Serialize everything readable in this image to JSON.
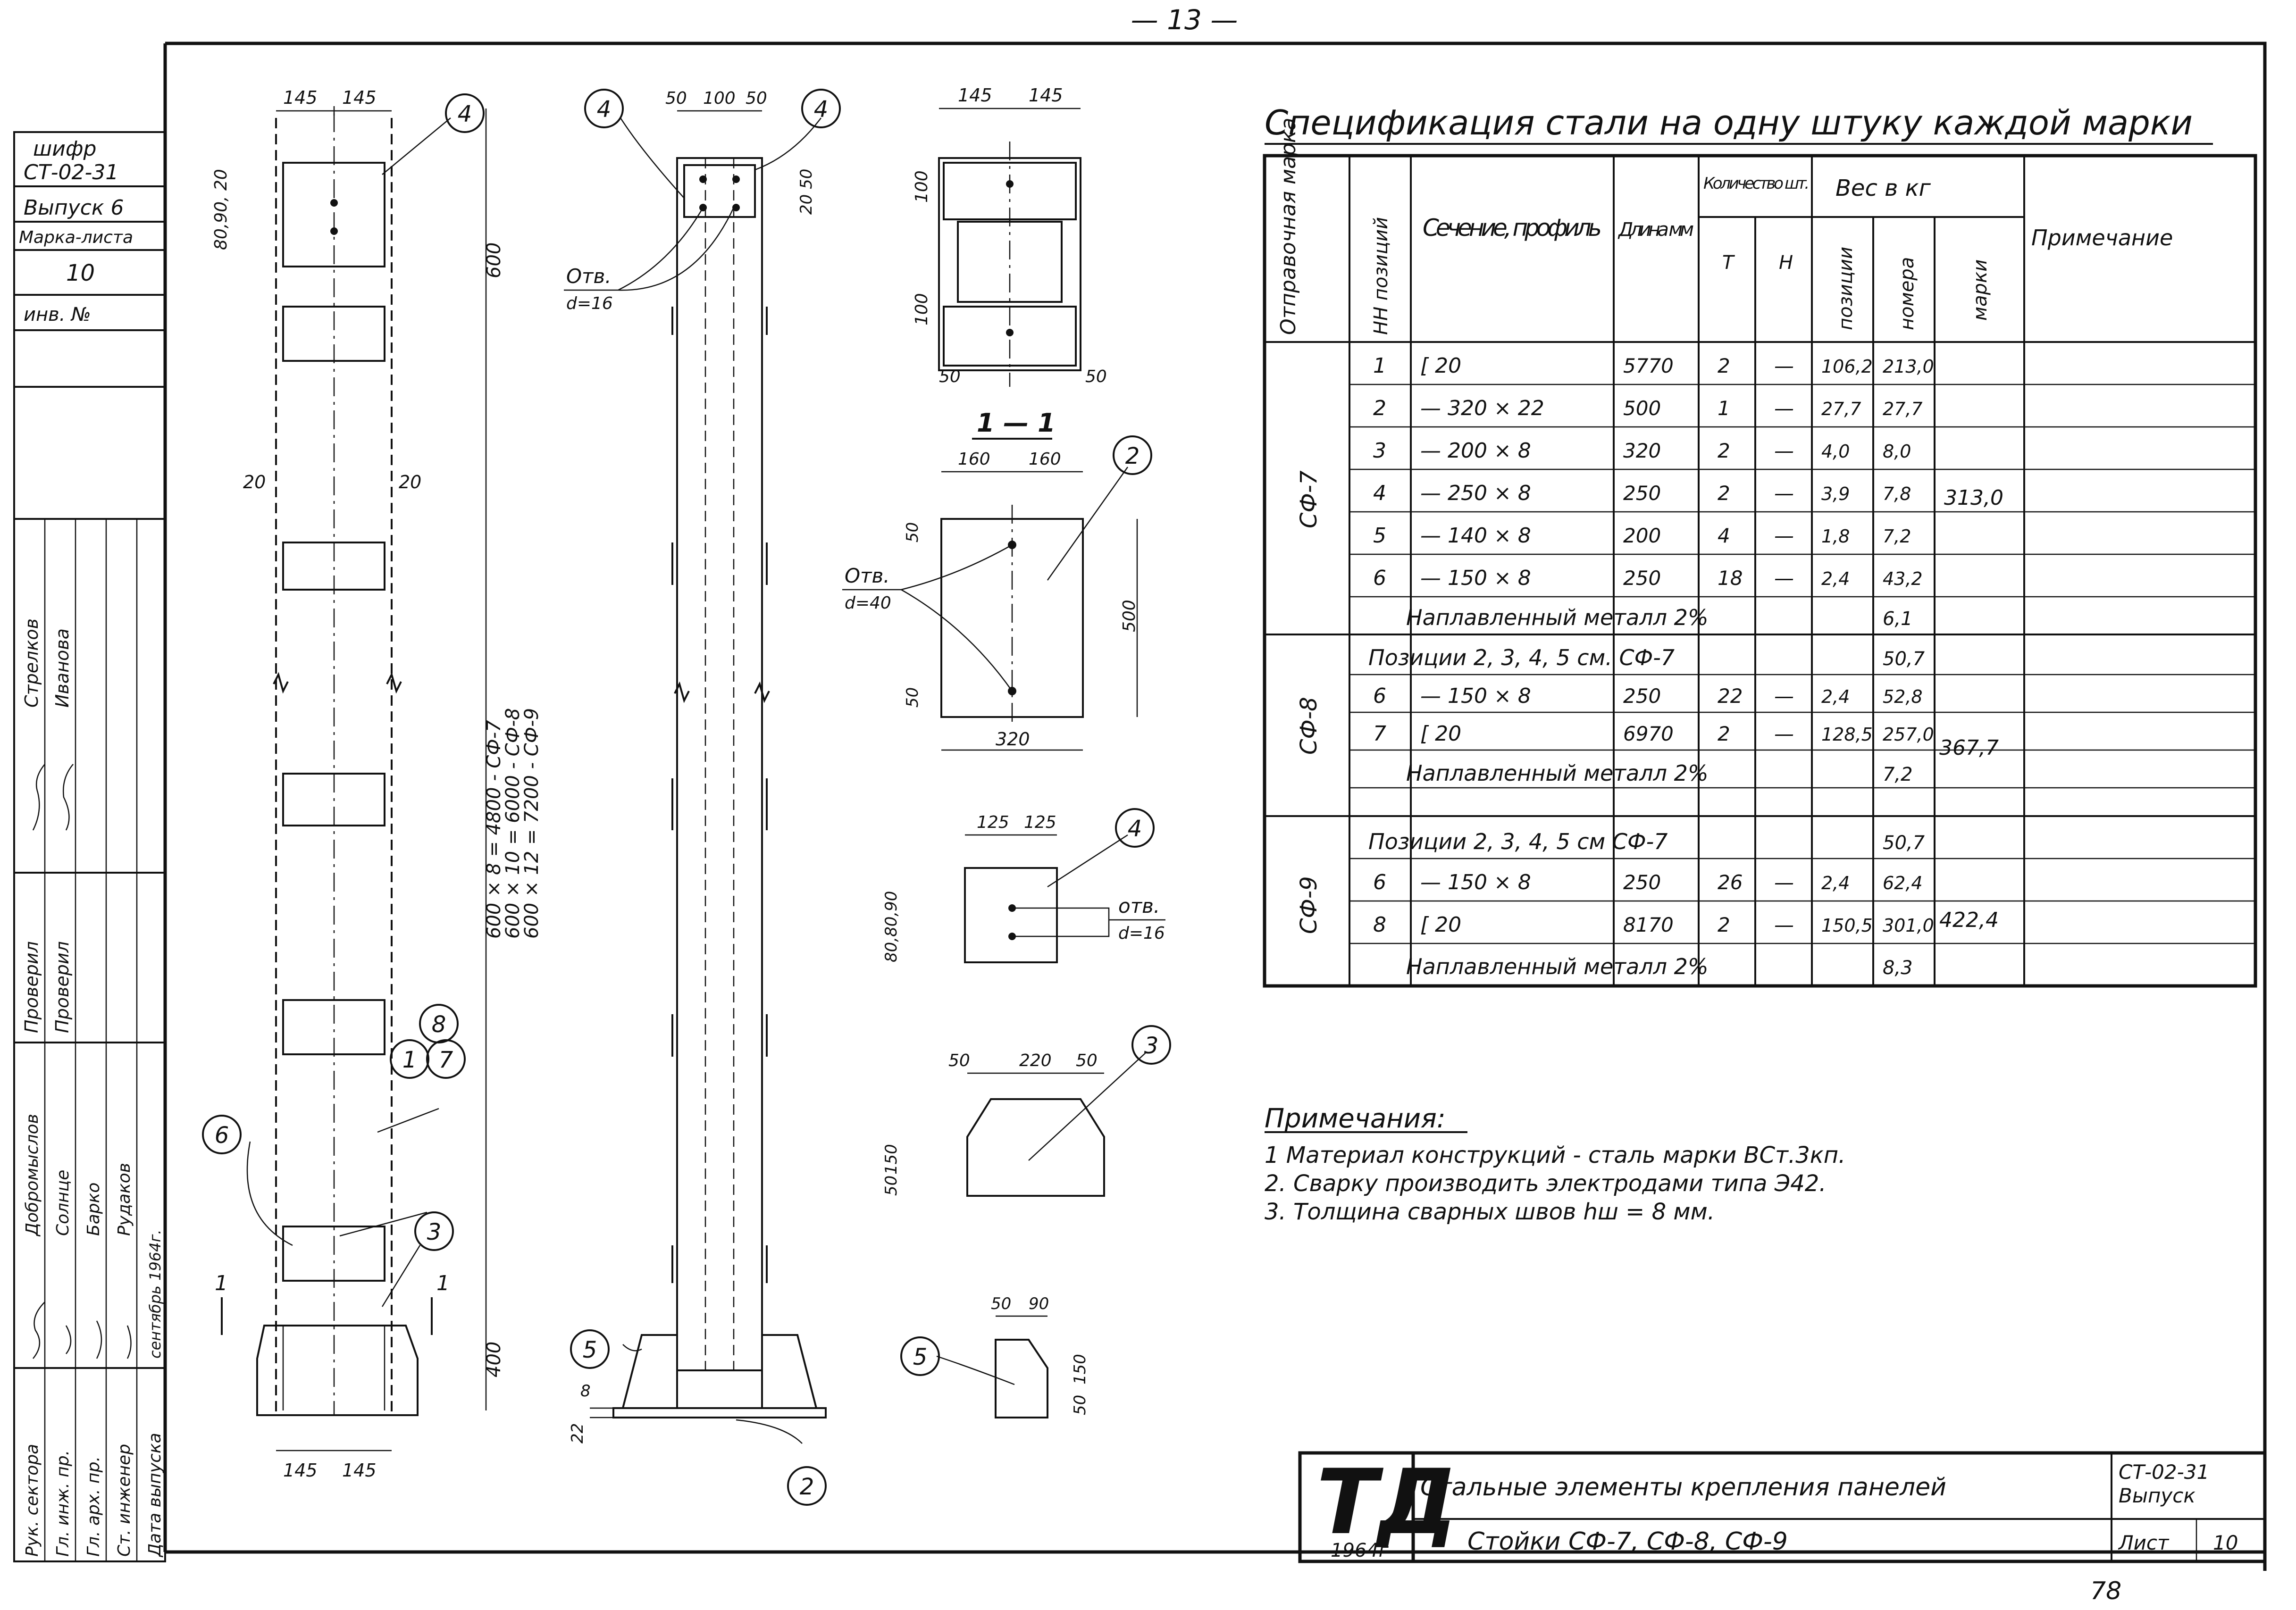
{
  "page_number": "— 13 —",
  "sheet_code_corner": "78",
  "side_stamp": {
    "cipher_label": "шифр",
    "series": "СТ-02-31",
    "issue": "Выпуск 6",
    "mark_sheet_label": "Марка-листа",
    "mark_sheet_value": "10",
    "inv_label": "инв. №",
    "roles": [
      "Рук. сектора",
      "Гл. инж. пр.",
      "Гл. арх. пр.",
      "Ст. инженер",
      "Дата выпуска"
    ],
    "names": [
      "Добромыслов",
      "Солнце",
      "Барко",
      "Рудаков",
      "сентябрь 1964г."
    ],
    "checked": [
      "Проверил",
      "Проверил"
    ],
    "performers": [
      "Стрелков",
      "Иванова"
    ]
  },
  "drawing": {
    "front_dims_top": [
      "145",
      "145"
    ],
    "front_dims_side": [
      "20",
      "20"
    ],
    "front_top_dims": "80,90, 20",
    "front_length_600": "600",
    "front_length_400": "400",
    "front_lengths": [
      "600 × 8 = 4800 - СФ-7",
      "600 × 10 = 6000 - СФ-8",
      "600 × 12 = 7200 - СФ-9"
    ],
    "front_dims_bottom": [
      "145",
      "145"
    ],
    "section_mark": "1",
    "side_dims_top": [
      "50",
      "100",
      "50"
    ],
    "side_dim_right": "20 50",
    "hole_label": "Отв.",
    "hole_d16": "d=16",
    "base_dims": [
      "8",
      "22"
    ],
    "top_view_dims": [
      "145",
      "145"
    ],
    "top_view_side": [
      "100",
      "100"
    ],
    "top_view_bottom": [
      "50",
      "50"
    ],
    "section_title": "1 — 1",
    "plate2_dims_top": [
      "160",
      "160"
    ],
    "plate2_side": [
      "50",
      "50"
    ],
    "plate2_height": "500",
    "plate2_width": "320",
    "plate2_hole": "Отв.",
    "plate2_hole_d": "d=40",
    "plate4_dims_top": [
      "125",
      "125"
    ],
    "plate4_side": "80,80,90",
    "plate4_hole": "отв.",
    "plate4_hole_d": "d=16",
    "plate3_dims": [
      "50",
      "220",
      "50"
    ],
    "plate3_side": [
      "150",
      "50"
    ],
    "plate5_dims": [
      "50",
      "90"
    ],
    "plate5_side": [
      "150",
      "50"
    ],
    "markers": [
      "1",
      "2",
      "3",
      "4",
      "5",
      "6",
      "7",
      "8"
    ]
  },
  "spec": {
    "title": "Спецификация стали на одну штуку каждой марки",
    "headers": {
      "mark": "Отправочная марка",
      "position": "НН позиций",
      "section": "Сечение, профиль",
      "length": "Длина мм",
      "qty": "Количество шт.",
      "qty_t": "Т",
      "qty_n": "Н",
      "weight": "Вес в кг",
      "w_pos": "позиции",
      "w_num": "номера",
      "w_mark": "марки",
      "note": "Примечание"
    },
    "groups": [
      {
        "mark": "СФ-7",
        "total": "313,0",
        "rows": [
          {
            "pos": "1",
            "section": "[ 20",
            "len": "5770",
            "t": "2",
            "n": "—",
            "wp": "106,2",
            "wn": "213,0"
          },
          {
            "pos": "2",
            "section": "— 320 × 22",
            "len": "500",
            "t": "1",
            "n": "—",
            "wp": "27,7",
            "wn": "27,7"
          },
          {
            "pos": "3",
            "section": "— 200 × 8",
            "len": "320",
            "t": "2",
            "n": "—",
            "wp": "4,0",
            "wn": "8,0"
          },
          {
            "pos": "4",
            "section": "— 250 × 8",
            "len": "250",
            "t": "2",
            "n": "—",
            "wp": "3,9",
            "wn": "7,8"
          },
          {
            "pos": "5",
            "section": "— 140 × 8",
            "len": "200",
            "t": "4",
            "n": "—",
            "wp": "1,8",
            "wn": "7,2"
          },
          {
            "pos": "6",
            "section": "— 150 × 8",
            "len": "250",
            "t": "18",
            "n": "—",
            "wp": "2,4",
            "wn": "43,2"
          }
        ],
        "weld_label": "Наплавленный   металл        2%",
        "weld_value": "6,1"
      },
      {
        "mark": "СФ-8",
        "total": "367,7",
        "positions_ref": "Позиции  2, 3, 4, 5       см.  СФ-7",
        "positions_ref_value": "50,7",
        "rows": [
          {
            "pos": "6",
            "section": "— 150 × 8",
            "len": "250",
            "t": "22",
            "n": "—",
            "wp": "2,4",
            "wn": "52,8"
          },
          {
            "pos": "7",
            "section": "[ 20",
            "len": "6970",
            "t": "2",
            "n": "—",
            "wp": "128,5",
            "wn": "257,0"
          }
        ],
        "weld_label": "Наплавленный   металл       2%",
        "weld_value": "7,2"
      },
      {
        "mark": "СФ-9",
        "total": "422,4",
        "positions_ref": "Позиции   2, 3, 4, 5        см   СФ-7",
        "positions_ref_value": "50,7",
        "rows": [
          {
            "pos": "6",
            "section": "— 150 × 8",
            "len": "250",
            "t": "26",
            "n": "—",
            "wp": "2,4",
            "wn": "62,4"
          },
          {
            "pos": "8",
            "section": "[ 20",
            "len": "8170",
            "t": "2",
            "n": "—",
            "wp": "150,5",
            "wn": "301,0"
          }
        ],
        "weld_label": "Наплавленный   металл     2%",
        "weld_value": "8,3"
      }
    ]
  },
  "notes": {
    "title": "Примечания:",
    "items": [
      "1   Материал   конструкций - сталь  марки  ВСт.3кп.",
      "2.  Сварку   производить  электродами  типа  Э42.",
      "3.  Толщина     сварных      швов       hш = 8 мм."
    ]
  },
  "title_block": {
    "logo": "ТД",
    "year": "1964г",
    "line1": "Стальные   элементы   крепления   панелей",
    "line2": "Стойки     СФ-7,   СФ-8,   СФ-9",
    "series": "СТ-02-31",
    "issue": "Выпуск",
    "sheet_label": "Лист",
    "sheet_value": "10"
  }
}
